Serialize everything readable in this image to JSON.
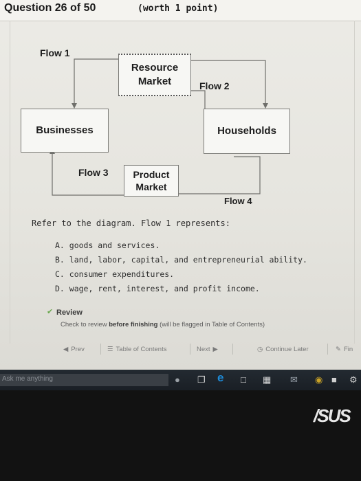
{
  "header": {
    "title": "Question 26 of 50",
    "worth": "(worth 1 point)"
  },
  "diagram": {
    "flow1": "Flow 1",
    "flow2": "Flow 2",
    "flow3": "Flow 3",
    "flow4": "Flow 4",
    "resource_market_line1": "Resource",
    "resource_market_line2": "Market",
    "businesses": "Businesses",
    "households": "Households",
    "product_market_line1": "Product",
    "product_market_line2": "Market"
  },
  "question": {
    "prompt": "Refer to the diagram. Flow 1 represents:",
    "options": [
      "A. goods and services.",
      "B. land, labor, capital, and entrepreneurial ability.",
      "C. consumer expenditures.",
      "D. wage, rent, interest, and profit income."
    ]
  },
  "review": {
    "title": "Review",
    "note_prefix": "Check to review",
    "note_bold": "before finishing",
    "note_suffix": "(will be flagged in Table of Contents)"
  },
  "nav": {
    "prev": "Prev",
    "toc": "Table of Contents",
    "next": "Next",
    "continue_later": "Continue Later",
    "finish": "Fin"
  },
  "taskbar": {
    "search_placeholder": "Ask me anything"
  },
  "device": {
    "brand": "/SUS"
  },
  "icons": [
    "question-mark-icon",
    "check-icon",
    "left-arrow-icon",
    "toc-icon",
    "right-arrow-icon",
    "clock-icon",
    "pencil-icon",
    "microphone-icon",
    "task-view-icon",
    "edge-icon",
    "store-icon",
    "mail-icon",
    "chrome-icon",
    "settings-icon"
  ],
  "colors": {
    "review_check": "#6aa84f",
    "edge_blue": "#1e8ad6",
    "taskbar": "#1f252b"
  }
}
